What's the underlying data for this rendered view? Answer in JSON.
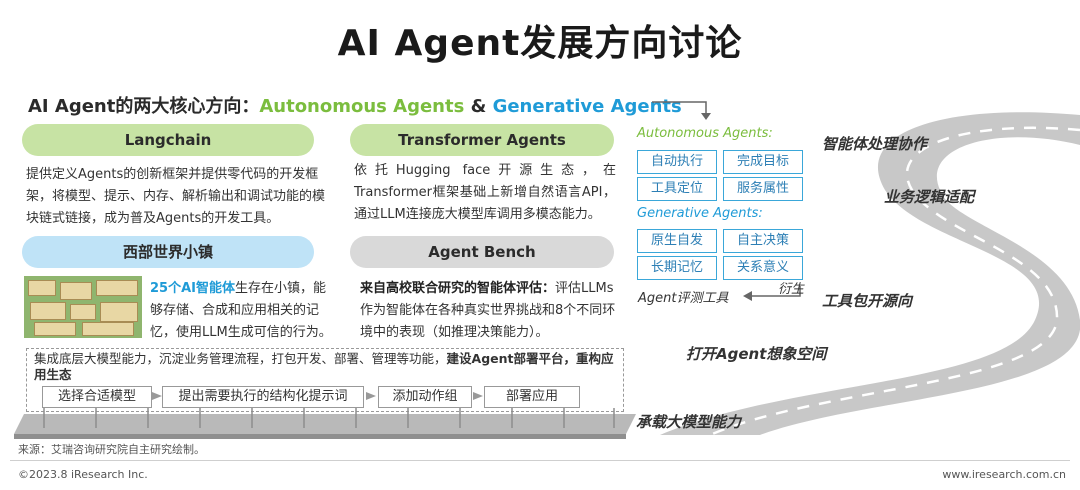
{
  "title": "AI Agent发展方向讨论",
  "subtitle": {
    "prefix": "AI Agent的两大核心方向：",
    "green": "Autonomous Agents",
    "amp": " & ",
    "blue": "Generative Agents"
  },
  "cards": {
    "langchain": {
      "label": "Langchain",
      "text": "提供定义Agents的创新框架并提供零代码的开发框架，将模型、提示、内存、解析输出和调试功能的模块链式链接，成为普及Agents的开发工具。"
    },
    "transformer": {
      "label": "Transformer Agents",
      "text": "依托Hugging face开源生态，在Transformer框架基础上新增自然语言API，通过LLM连接庞大模型库调用多模态能力。"
    },
    "westworld": {
      "label": "西部世界小镇",
      "highlight": "25个AI智能体",
      "text": "生存在小镇，能够存储、合成和应用相关的记忆，使用LLM生成可信的行为。"
    },
    "bench": {
      "label": "Agent Bench",
      "bold": "来自高校联合研究的智能体评估：",
      "text": "评估LLMs作为智能体在各种真实世界挑战和8个不同环境中的表现（如推理决策能力）。"
    }
  },
  "platform": {
    "text_plain": "集成底层大模型能力，沉淀业务管理流程，打包开发、部署、管理等功能，",
    "text_bold": "建设Agent部署平台，重构应用生态",
    "steps": [
      "选择合适模型",
      "提出需要执行的结构化提示词",
      "添加动作组",
      "部署应用"
    ]
  },
  "tags": {
    "autonomous_header": "Autonomous Agents:",
    "autonomous": [
      "自动执行",
      "完成目标",
      "工具定位",
      "服务属性"
    ],
    "generative_header": "Generative Agents:",
    "generative": [
      "原生自发",
      "自主决策",
      "长期记忆",
      "关系意义"
    ],
    "eval_label": "Agent评测工具",
    "derive_label": "衍生"
  },
  "road_labels": [
    "智能体处理协作",
    "业务逻辑适配",
    "工具包开源向",
    "打开Agent想象空间",
    "承载大模型能力"
  ],
  "footer": {
    "source": "来源：艾瑞咨询研究院自主研究绘制。",
    "copyright": "©2023.8 iResearch Inc.",
    "website": "www.iresearch.com.cn"
  },
  "colors": {
    "green_accent": "#7bbd3e",
    "blue_accent": "#1f9bd7",
    "pill_green": "#c7e3a4",
    "pill_blue": "#bfe3f7",
    "pill_gray": "#d9d9d9",
    "road": "#c8c8c8"
  },
  "icons": [
    "arrow-right-down-icon",
    "arrow-left-icon",
    "town-thumbnail-image"
  ]
}
